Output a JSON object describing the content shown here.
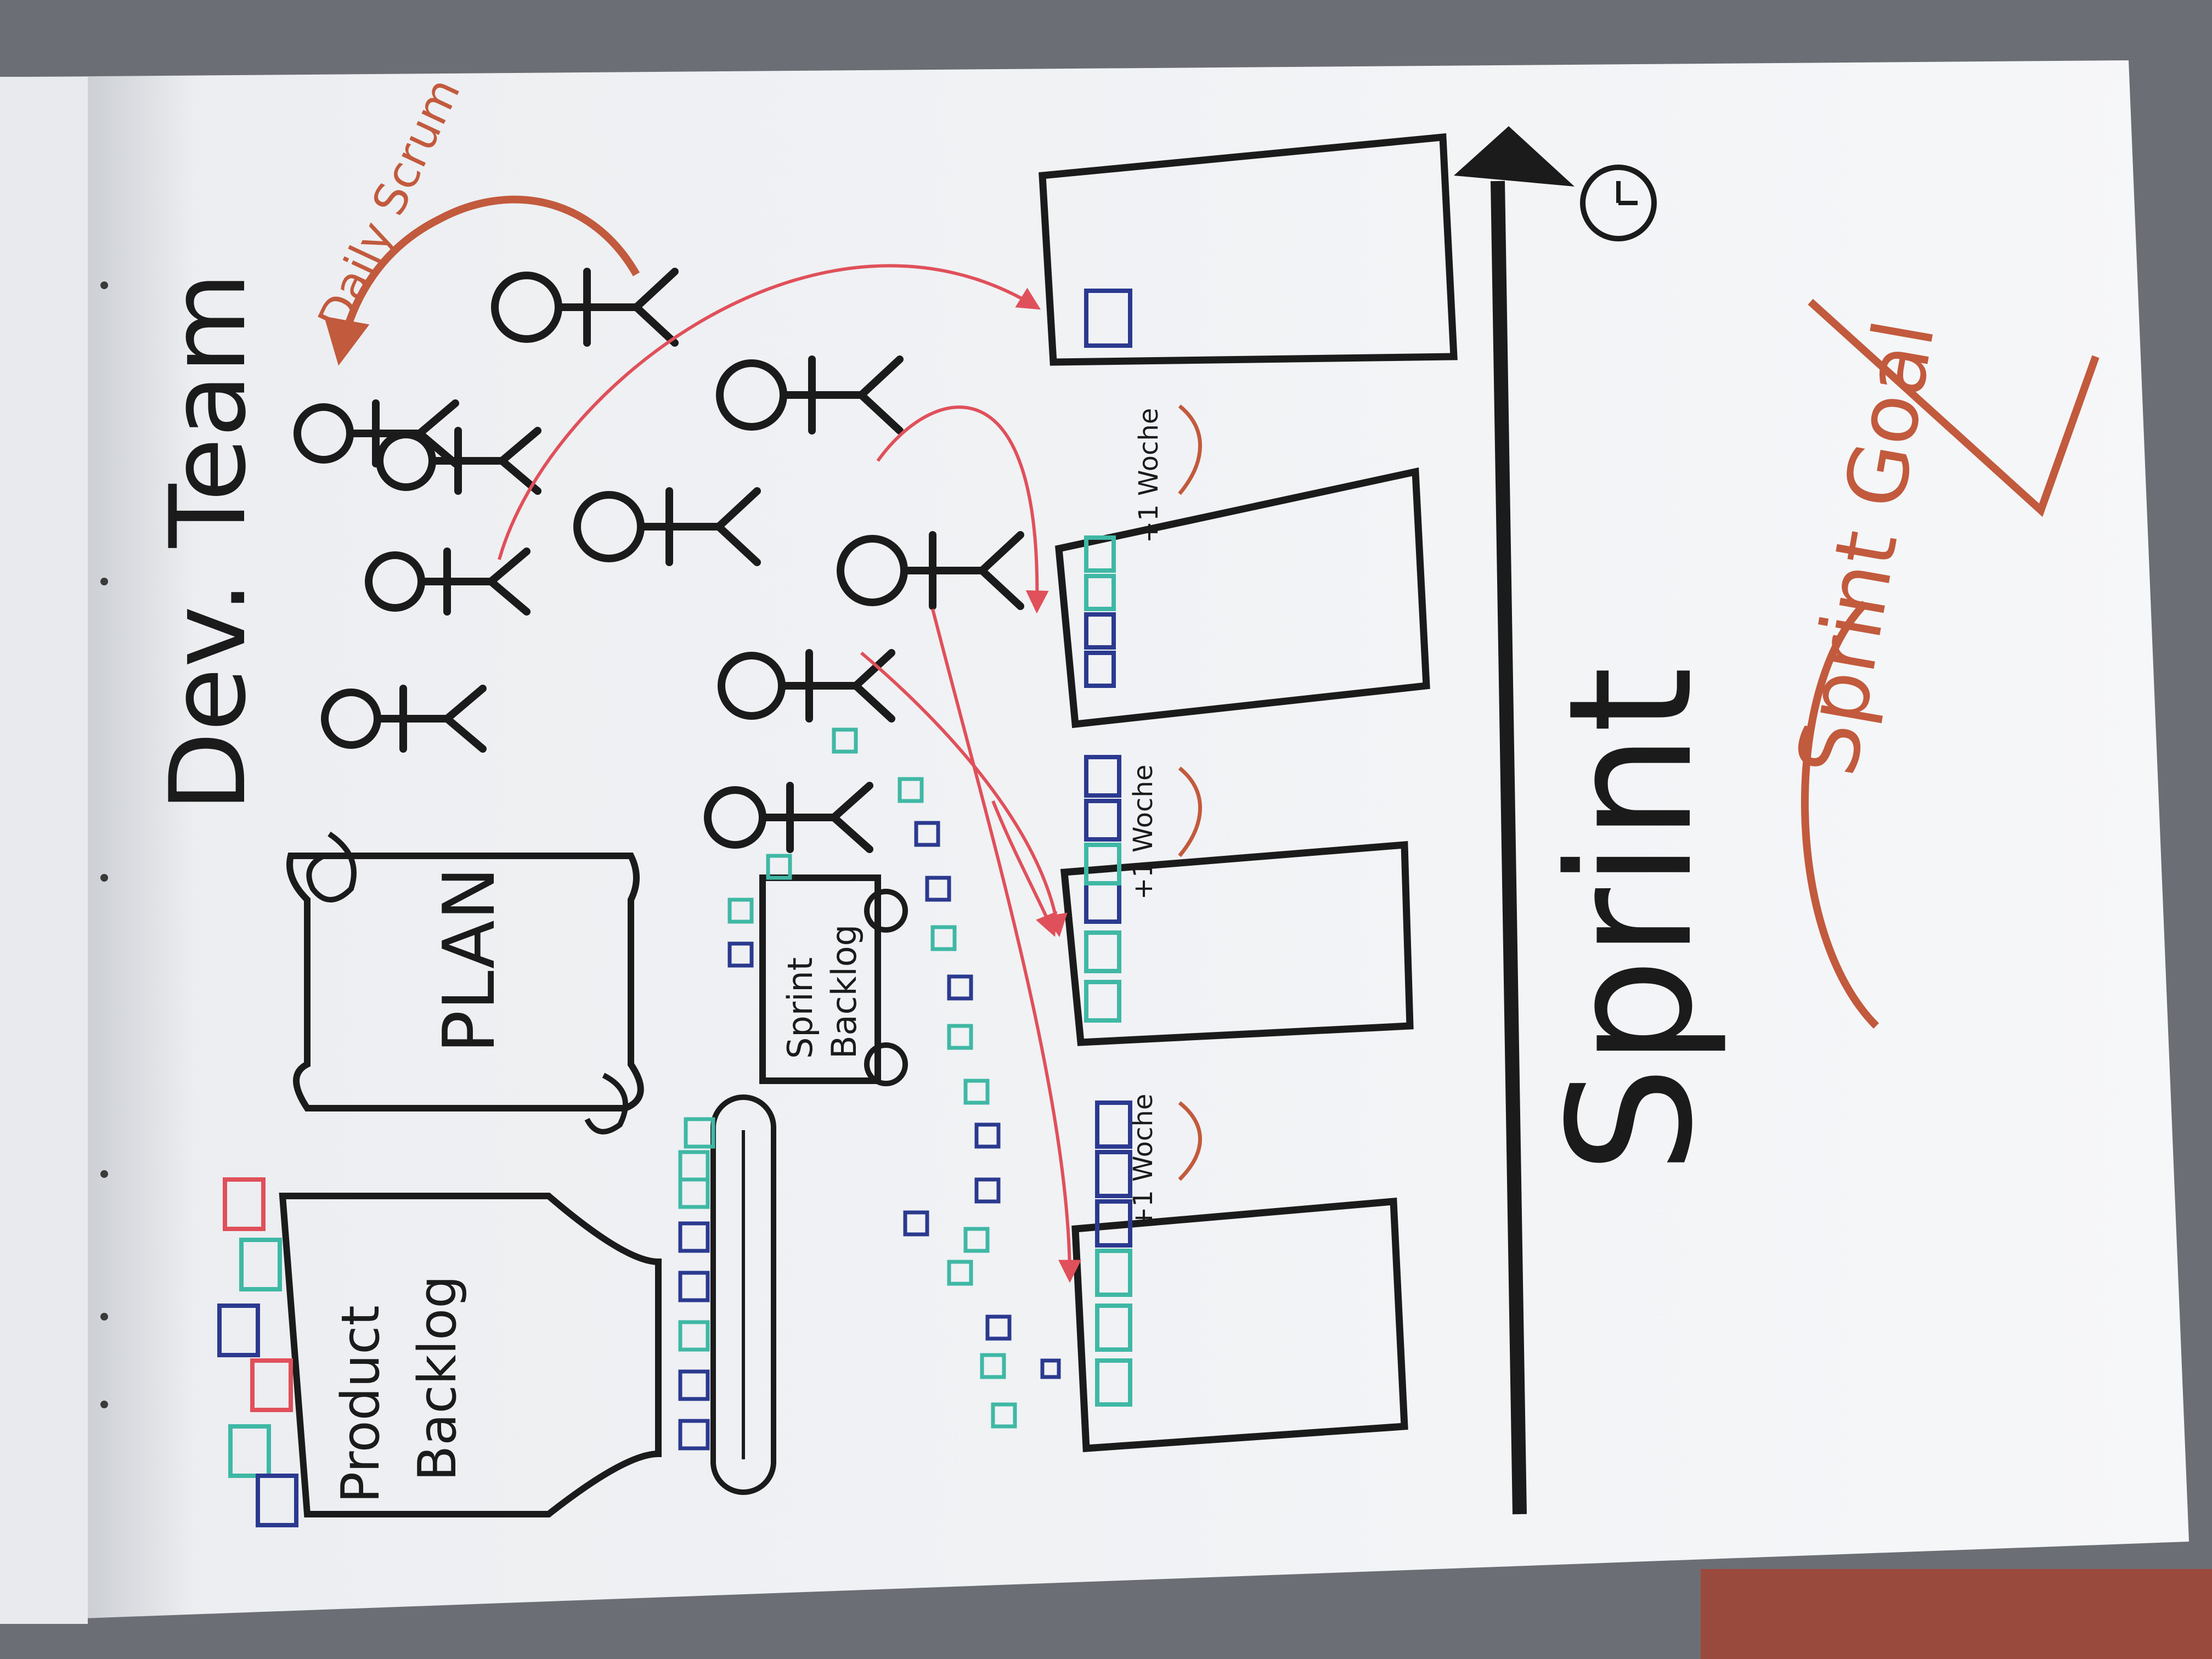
{
  "title": "Dev. Team",
  "plan_label": "PLAN",
  "daily_scrum_label": "Daily Scrum",
  "product_backlog": {
    "line1": "Product",
    "line2": "Backlog"
  },
  "sprint_backlog": {
    "line1": "Sprint",
    "line2": "Backlog"
  },
  "week_label": "+1 Woche",
  "sprint_label": "Sprint",
  "sprint_goal_label": "Sprint Goal",
  "clock_icon": "clock-icon",
  "colors": {
    "paper": "#f4f5f7",
    "ink": "#1b1b1b",
    "blue": "#2b3a8f",
    "teal": "#3fb8a5",
    "red_pen": "#e0505a",
    "rust": "#c25a3d"
  }
}
